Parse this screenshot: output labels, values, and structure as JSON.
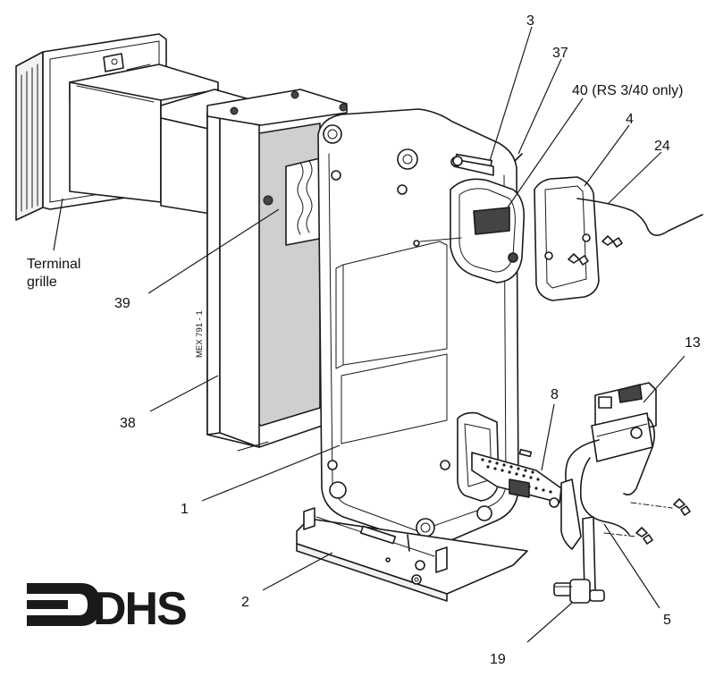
{
  "callouts": {
    "c1": "1",
    "c2": "2",
    "c3": "3",
    "c4": "4",
    "c5": "5",
    "c8": "8",
    "c13": "13",
    "c19": "19",
    "c24": "24",
    "c37": "37",
    "c38": "38",
    "c39": "39",
    "c40": "40 (RS 3/40 only)",
    "terminal_line1": "Terminal",
    "terminal_line2": "grille"
  },
  "drawing_ref": "MEX 791 - 1",
  "logo": {
    "text": "DHS"
  }
}
